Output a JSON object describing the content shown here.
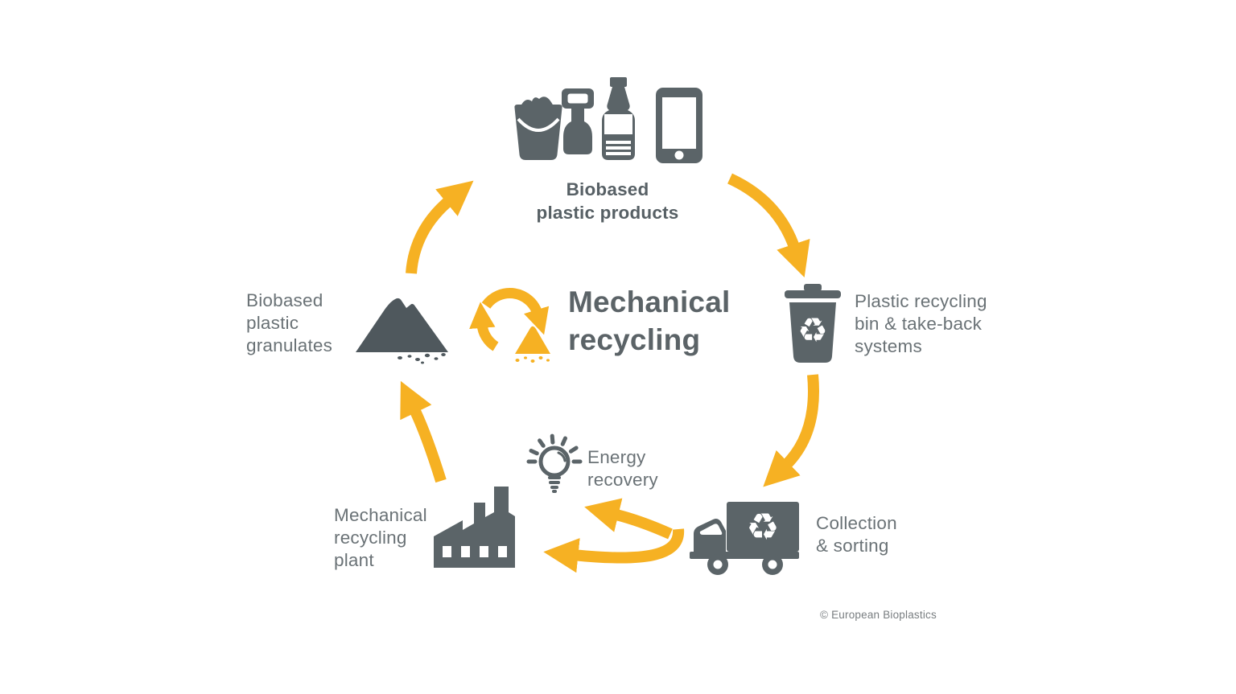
{
  "diagram": {
    "title_lines": [
      "Mechanical",
      "recycling"
    ],
    "copyright": "© European Bioplastics",
    "accent_color": "#F6B123",
    "icon_color": "#5B6468",
    "text_color": "#6A7276"
  },
  "nodes": {
    "products": {
      "lines": [
        "Biobased",
        "plastic products"
      ]
    },
    "bin": {
      "lines": [
        "Plastic recycling",
        "bin & take-back",
        "systems"
      ]
    },
    "collection": {
      "lines": [
        "Collection",
        "& sorting"
      ]
    },
    "energy": {
      "lines": [
        "Energy",
        "recovery"
      ]
    },
    "plant": {
      "lines": [
        "Mechanical",
        "recycling",
        "plant"
      ]
    },
    "granulates": {
      "lines": [
        "Biobased",
        "plastic",
        "granulates"
      ]
    }
  },
  "icons": {
    "products": [
      "bucket-icon",
      "spade-icon",
      "bottle-icon",
      "smartphone-icon"
    ],
    "center": "recycling-arrows-granulate-icon",
    "bin": "recycling-bin-icon",
    "collection": "recycling-truck-icon",
    "energy": "light-bulb-icon",
    "plant": "factory-icon",
    "granulates": "granulate-pile-icon",
    "recycle_glyph": "♻"
  },
  "arrows": [
    "granulates-to-products",
    "products-to-bin",
    "bin-to-collection",
    "collection-to-plant",
    "collection-to-energy",
    "plant-to-granulates"
  ]
}
